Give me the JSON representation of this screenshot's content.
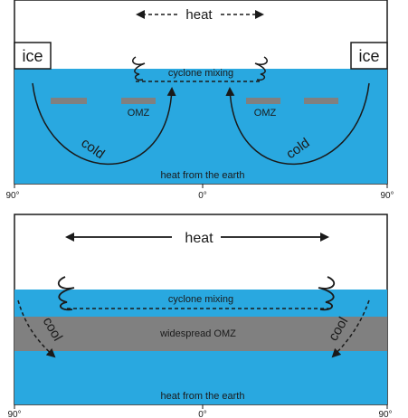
{
  "top_panel": {
    "heat_label": "heat",
    "ice_left": "ice",
    "ice_right": "ice",
    "cyclone_label": "cyclone mixing",
    "omz_left": "OMZ",
    "omz_right": "OMZ",
    "cold_left": "cold",
    "cold_right": "cold",
    "earth_heat": "heat from the earth",
    "axis_left": "90°",
    "axis_center": "0°",
    "axis_right": "90°"
  },
  "bottom_panel": {
    "heat_label": "heat",
    "cyclone_label": "cyclone mixing",
    "omz_label": "widespread OMZ",
    "cool_left": "cool",
    "cool_right": "cool",
    "earth_heat": "heat from the earth",
    "axis_left": "90°",
    "axis_center": "0°",
    "axis_right": "90°"
  },
  "colors": {
    "ocean": "#29a8e0",
    "omz": "#808080",
    "ink": "#1a1a1a"
  }
}
